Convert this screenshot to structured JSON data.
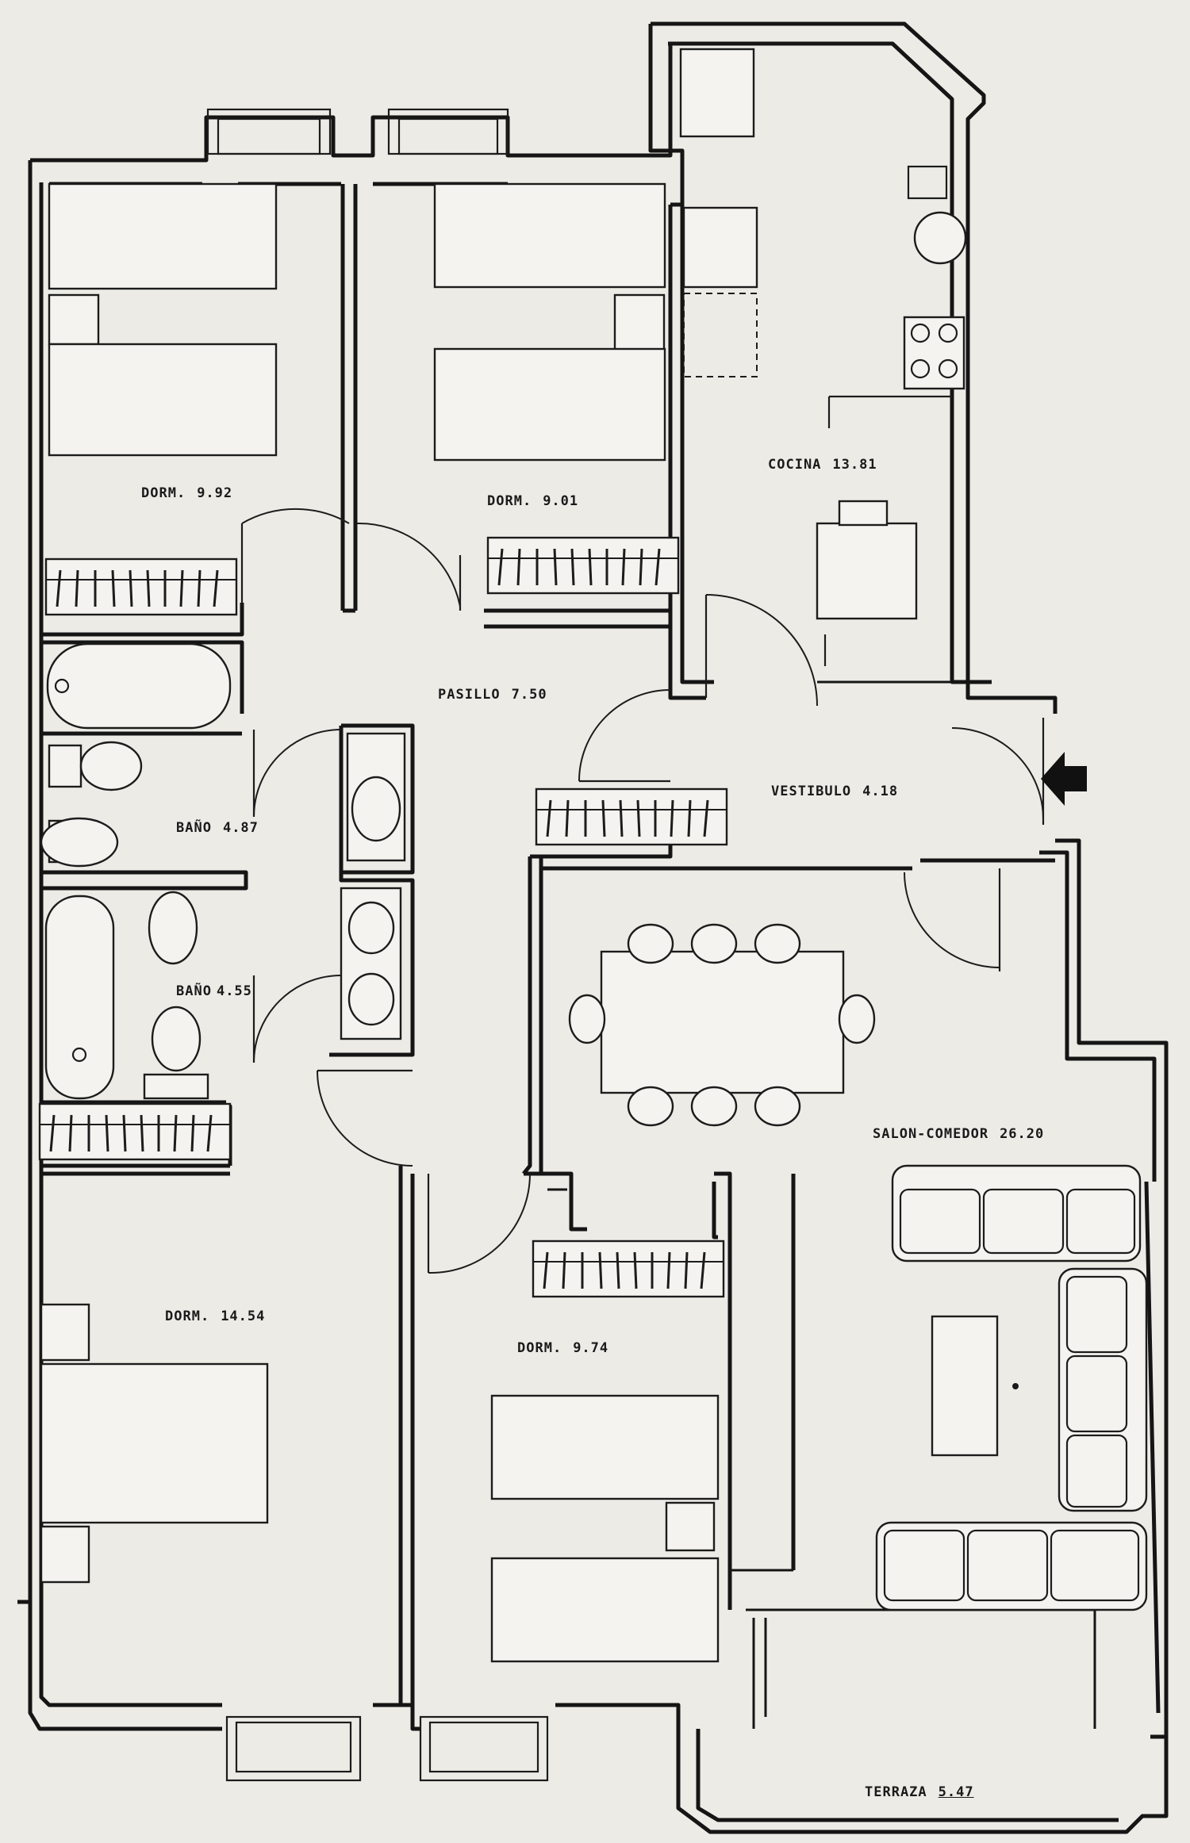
{
  "plan": {
    "rooms": [
      {
        "id": "dorm-1",
        "name": "DORM.",
        "area": "9.92"
      },
      {
        "id": "dorm-2",
        "name": "DORM.",
        "area": "9.01"
      },
      {
        "id": "cocina",
        "name": "COCINA",
        "area": "13.81"
      },
      {
        "id": "pasillo",
        "name": "PASILLO",
        "area": "7.50"
      },
      {
        "id": "vestibulo",
        "name": "VESTIBULO",
        "area": "4.18"
      },
      {
        "id": "bano-1",
        "name": "BAÑO",
        "area": "4.87"
      },
      {
        "id": "bano-2",
        "name": "BAÑO",
        "area": "4.55"
      },
      {
        "id": "salon",
        "name": "SALON-COMEDOR",
        "area": "26.20"
      },
      {
        "id": "dorm-3",
        "name": "DORM.",
        "area": "14.54"
      },
      {
        "id": "dorm-4",
        "name": "DORM.",
        "area": "9.74"
      },
      {
        "id": "terraza",
        "name": "TERRAZA",
        "area": "5.47"
      }
    ],
    "entrance_icon": "entrance-arrow-icon",
    "colors": {
      "paper": "#ecebe6",
      "ink": "#151515"
    }
  }
}
